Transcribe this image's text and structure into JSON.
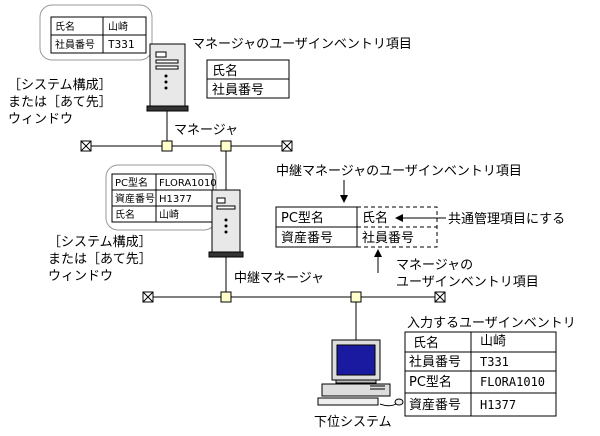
{
  "manager": {
    "node_label": "マネージャ",
    "window_label": [
      "［システム構成］",
      "または［あて先］",
      "ウィンドウ"
    ],
    "window_card": [
      [
        "氏名",
        "山崎"
      ],
      [
        "社員番号",
        "T331"
      ]
    ],
    "inventory_title": "マネージャのユーザインベントリ項目",
    "inventory_items": [
      "氏名",
      "社員番号"
    ]
  },
  "relay": {
    "node_label": "中継マネージャ",
    "window_label": [
      "［システム構成］",
      "または［あて先］",
      "ウィンドウ"
    ],
    "window_card": [
      [
        "PC型名",
        "FLORA1010"
      ],
      [
        "資産番号",
        "H1377"
      ],
      [
        "氏名",
        "山崎"
      ]
    ],
    "inventory_title": "中継マネージャのユーザインベントリ項目",
    "inventory_left": [
      "PC型名",
      "資産番号"
    ],
    "inventory_right": [
      "氏名",
      "社員番号"
    ],
    "common_note": "共通管理項目にする",
    "manager_note": [
      "マネージャの",
      "ユーザインベントリ項目"
    ]
  },
  "lower": {
    "node_label": "下位システム",
    "input_title": "入力するユーザインベントリ",
    "input_table": [
      [
        "氏名",
        "山崎"
      ],
      [
        "社員番号",
        "T331"
      ],
      [
        "PC型名",
        "FLORA1010"
      ],
      [
        "資産番号",
        "H1377"
      ]
    ]
  }
}
